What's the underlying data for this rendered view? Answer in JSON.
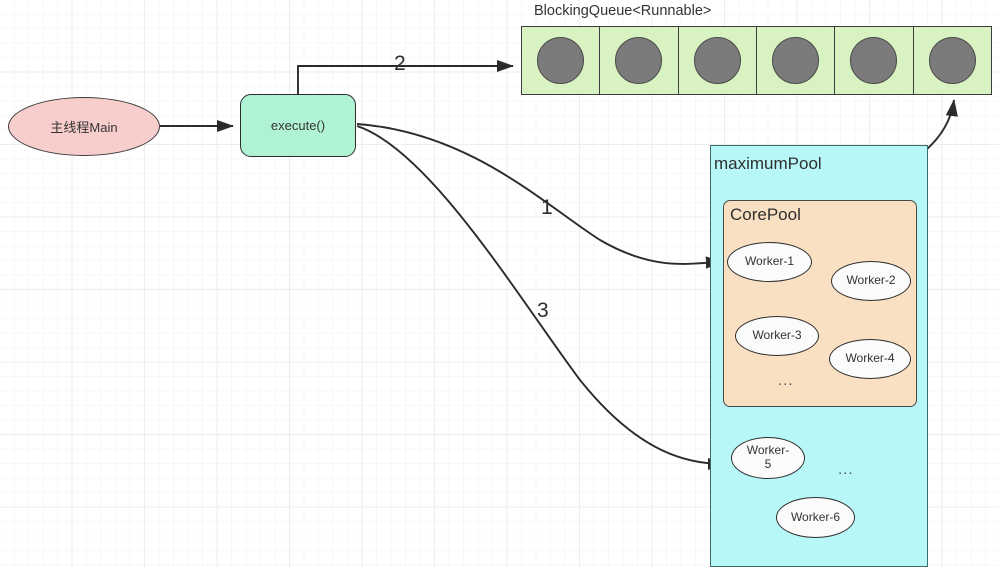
{
  "diagram": {
    "title": "ThreadPoolExecutor task submission flow",
    "background": "#ffffff",
    "grid": true
  },
  "main_thread": {
    "label": "主线程Main",
    "fill": "#f8cecc",
    "stroke": "#3a3a3a"
  },
  "execute": {
    "label": "execute()",
    "fill": "#b0f2d4",
    "stroke": "#2b2b2b"
  },
  "queue": {
    "label": "BlockingQueue<Runnable>",
    "fill": "#d9f2c2",
    "stroke": "#3d3d3d",
    "task_color": "#7b7b7b",
    "cells": [
      {
        "name": "queue-slot-1"
      },
      {
        "name": "queue-slot-2"
      },
      {
        "name": "queue-slot-3"
      },
      {
        "name": "queue-slot-4"
      },
      {
        "name": "queue-slot-5"
      },
      {
        "name": "queue-slot-6"
      }
    ]
  },
  "maximum_pool": {
    "label": "maximumPool",
    "fill": "#b8f7f7",
    "stroke": "#3b6b6b",
    "ellipsis": "...",
    "workers": [
      {
        "label": "Worker-\n5"
      },
      {
        "label": "Worker-6"
      }
    ]
  },
  "core_pool": {
    "label": "CorePool",
    "fill": "#fae0c3",
    "stroke": "#4a4a4a",
    "ellipsis": "...",
    "workers": [
      {
        "label": "Worker-1"
      },
      {
        "label": "Worker-2"
      },
      {
        "label": "Worker-3"
      },
      {
        "label": "Worker-4"
      }
    ]
  },
  "edges": [
    {
      "name": "main-to-execute",
      "label": ""
    },
    {
      "name": "execute-to-queue",
      "label": "2"
    },
    {
      "name": "execute-to-corepool-worker",
      "label": "1"
    },
    {
      "name": "execute-to-maximumpool-worker",
      "label": "3"
    },
    {
      "name": "worker2-to-queue",
      "label": ""
    }
  ],
  "step_labels": {
    "one": "1",
    "two": "2",
    "three": "3"
  }
}
